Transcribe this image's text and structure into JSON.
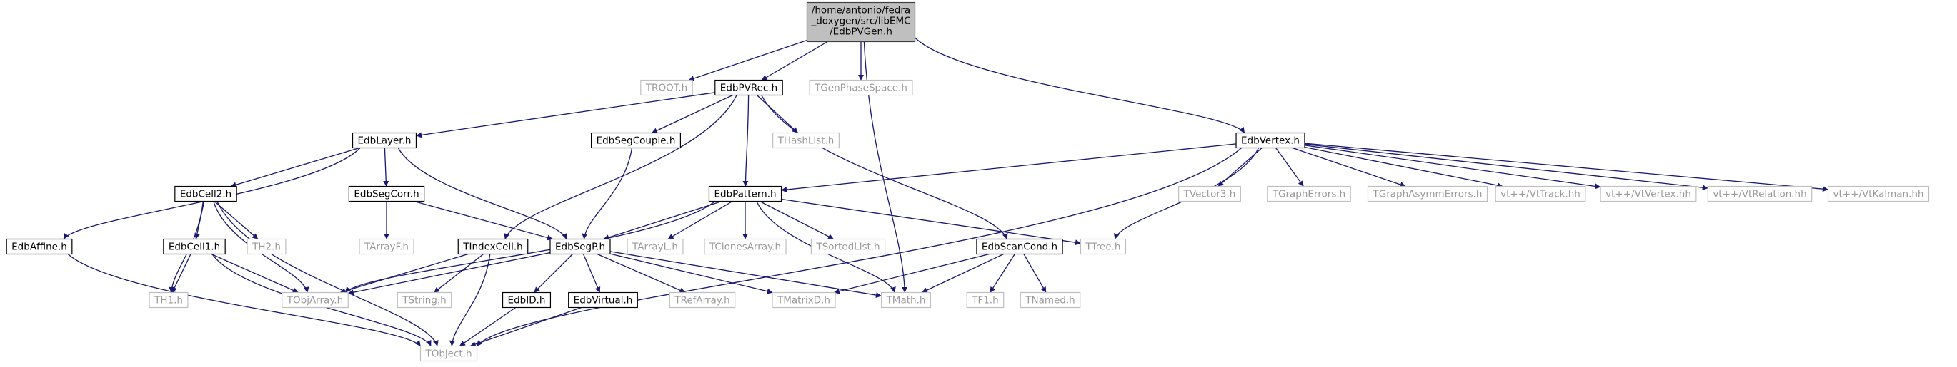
{
  "diagram": {
    "type": "include-dependency-graph",
    "root": {
      "id": "root",
      "lines": [
        "/home/antonio/fedra",
        "_doxygen/src/libEMC",
        "/EdbPVGen.h"
      ]
    },
    "nodes": [
      {
        "id": "TROOT",
        "label": "TROOT.h",
        "kind": "external"
      },
      {
        "id": "EdbPVRec",
        "label": "EdbPVRec.h",
        "kind": "documented"
      },
      {
        "id": "TGenPhaseSpace",
        "label": "TGenPhaseSpace.h",
        "kind": "external"
      },
      {
        "id": "EdbVertex",
        "label": "EdbVertex.h",
        "kind": "documented"
      },
      {
        "id": "EdbLayer",
        "label": "EdbLayer.h",
        "kind": "documented"
      },
      {
        "id": "EdbSegCouple",
        "label": "EdbSegCouple.h",
        "kind": "documented"
      },
      {
        "id": "THashList",
        "label": "THashList.h",
        "kind": "external"
      },
      {
        "id": "EdbPattern",
        "label": "EdbPattern.h",
        "kind": "documented"
      },
      {
        "id": "TVector3",
        "label": "TVector3.h",
        "kind": "external"
      },
      {
        "id": "TGraphErrors",
        "label": "TGraphErrors.h",
        "kind": "external"
      },
      {
        "id": "TGraphAsymmErrors",
        "label": "TGraphAsymmErrors.h",
        "kind": "external"
      },
      {
        "id": "VtTrack",
        "label": "vt++/VtTrack.hh",
        "kind": "external"
      },
      {
        "id": "VtVertex",
        "label": "vt++/VtVertex.hh",
        "kind": "external"
      },
      {
        "id": "VtRelation",
        "label": "vt++/VtRelation.hh",
        "kind": "external"
      },
      {
        "id": "VtKalman",
        "label": "vt++/VtKalman.hh",
        "kind": "external"
      },
      {
        "id": "EdbCell2",
        "label": "EdbCell2.h",
        "kind": "documented"
      },
      {
        "id": "EdbSegCorr",
        "label": "EdbSegCorr.h",
        "kind": "documented"
      },
      {
        "id": "TH2",
        "label": "TH2.h",
        "kind": "external"
      },
      {
        "id": "TArrayF",
        "label": "TArrayF.h",
        "kind": "external"
      },
      {
        "id": "EdbAffine",
        "label": "EdbAffine.h",
        "kind": "documented"
      },
      {
        "id": "EdbCell1",
        "label": "EdbCell1.h",
        "kind": "documented"
      },
      {
        "id": "TIndexCell",
        "label": "TIndexCell.h",
        "kind": "documented"
      },
      {
        "id": "EdbSegP",
        "label": "EdbSegP.h",
        "kind": "documented"
      },
      {
        "id": "TArrayL",
        "label": "TArrayL.h",
        "kind": "external"
      },
      {
        "id": "TClonesArray",
        "label": "TClonesArray.h",
        "kind": "external"
      },
      {
        "id": "TSortedList",
        "label": "TSortedList.h",
        "kind": "external"
      },
      {
        "id": "EdbScanCond",
        "label": "EdbScanCond.h",
        "kind": "documented"
      },
      {
        "id": "TTree",
        "label": "TTree.h",
        "kind": "external"
      },
      {
        "id": "TH1",
        "label": "TH1.h",
        "kind": "external"
      },
      {
        "id": "TObjArray",
        "label": "TObjArray.h",
        "kind": "external"
      },
      {
        "id": "TString",
        "label": "TString.h",
        "kind": "external"
      },
      {
        "id": "EdbID",
        "label": "EdbID.h",
        "kind": "documented"
      },
      {
        "id": "EdbVirtual",
        "label": "EdbVirtual.h",
        "kind": "documented"
      },
      {
        "id": "TRefArray",
        "label": "TRefArray.h",
        "kind": "external"
      },
      {
        "id": "TMatrixD",
        "label": "TMatrixD.h",
        "kind": "external"
      },
      {
        "id": "TMath",
        "label": "TMath.h",
        "kind": "external"
      },
      {
        "id": "TF1",
        "label": "TF1.h",
        "kind": "external"
      },
      {
        "id": "TNamed",
        "label": "TNamed.h",
        "kind": "external"
      },
      {
        "id": "TObject",
        "label": "TObject.h",
        "kind": "external"
      }
    ],
    "edges": [
      {
        "from": "root",
        "to": "TROOT"
      },
      {
        "from": "root",
        "to": "EdbPVRec"
      },
      {
        "from": "root",
        "to": "TGenPhaseSpace"
      },
      {
        "from": "root",
        "to": "TMath"
      },
      {
        "from": "root",
        "to": "EdbVertex"
      },
      {
        "from": "EdbPVRec",
        "to": "EdbLayer"
      },
      {
        "from": "EdbPVRec",
        "to": "TIndexCell"
      },
      {
        "from": "EdbPVRec",
        "to": "EdbSegCouple"
      },
      {
        "from": "EdbPVRec",
        "to": "EdbPattern"
      },
      {
        "from": "EdbPVRec",
        "to": "THashList"
      },
      {
        "from": "EdbPVRec",
        "to": "EdbScanCond"
      },
      {
        "from": "EdbVertex",
        "to": "EdbPattern"
      },
      {
        "from": "EdbVertex",
        "to": "TTree"
      },
      {
        "from": "EdbVertex",
        "to": "TObject"
      },
      {
        "from": "EdbVertex",
        "to": "TVector3"
      },
      {
        "from": "EdbVertex",
        "to": "TGraphErrors"
      },
      {
        "from": "EdbVertex",
        "to": "TGraphAsymmErrors"
      },
      {
        "from": "EdbVertex",
        "to": "VtTrack"
      },
      {
        "from": "EdbVertex",
        "to": "VtVertex"
      },
      {
        "from": "EdbVertex",
        "to": "VtRelation"
      },
      {
        "from": "EdbVertex",
        "to": "VtKalman"
      },
      {
        "from": "EdbLayer",
        "to": "EdbAffine"
      },
      {
        "from": "EdbLayer",
        "to": "EdbCell2"
      },
      {
        "from": "EdbLayer",
        "to": "EdbSegCorr"
      },
      {
        "from": "EdbLayer",
        "to": "EdbSegP"
      },
      {
        "from": "EdbSegCouple",
        "to": "EdbSegP"
      },
      {
        "from": "EdbPattern",
        "to": "TObjArray"
      },
      {
        "from": "EdbPattern",
        "to": "EdbSegP"
      },
      {
        "from": "EdbPattern",
        "to": "TArrayL"
      },
      {
        "from": "EdbPattern",
        "to": "TClonesArray"
      },
      {
        "from": "EdbPattern",
        "to": "TSortedList"
      },
      {
        "from": "EdbPattern",
        "to": "TMath"
      },
      {
        "from": "EdbPattern",
        "to": "TTree"
      },
      {
        "from": "EdbCell2",
        "to": "EdbCell1"
      },
      {
        "from": "EdbCell2",
        "to": "TH2"
      },
      {
        "from": "EdbCell2",
        "to": "TH1"
      },
      {
        "from": "EdbCell2",
        "to": "TObjArray"
      },
      {
        "from": "EdbCell2",
        "to": "TObject"
      },
      {
        "from": "EdbSegCorr",
        "to": "TArrayF"
      },
      {
        "from": "EdbSegCorr",
        "to": "EdbSegP"
      },
      {
        "from": "EdbCell1",
        "to": "TH1"
      },
      {
        "from": "EdbCell1",
        "to": "TObjArray"
      },
      {
        "from": "EdbCell1",
        "to": "TObject"
      },
      {
        "from": "EdbAffine",
        "to": "TObject"
      },
      {
        "from": "TIndexCell",
        "to": "TObjArray"
      },
      {
        "from": "TIndexCell",
        "to": "TString"
      },
      {
        "from": "TIndexCell",
        "to": "TObject"
      },
      {
        "from": "EdbSegP",
        "to": "TObjArray"
      },
      {
        "from": "EdbSegP",
        "to": "EdbID"
      },
      {
        "from": "EdbSegP",
        "to": "EdbVirtual"
      },
      {
        "from": "EdbSegP",
        "to": "TRefArray"
      },
      {
        "from": "EdbSegP",
        "to": "TMatrixD"
      },
      {
        "from": "EdbSegP",
        "to": "TMath"
      },
      {
        "from": "EdbScanCond",
        "to": "TMatrixD"
      },
      {
        "from": "EdbScanCond",
        "to": "TMath"
      },
      {
        "from": "EdbScanCond",
        "to": "TF1"
      },
      {
        "from": "EdbScanCond",
        "to": "TNamed"
      },
      {
        "from": "EdbID",
        "to": "TObject"
      },
      {
        "from": "EdbVirtual",
        "to": "TObject"
      }
    ]
  },
  "colors": {
    "edge": "#191970",
    "root_fill": "#bfbfbf",
    "root_border": "#404040",
    "documented_border": "#000000",
    "external_border": "#bfbfbf",
    "external_text": "#9a9a9a",
    "text": "#000000",
    "background": "#ffffff"
  }
}
